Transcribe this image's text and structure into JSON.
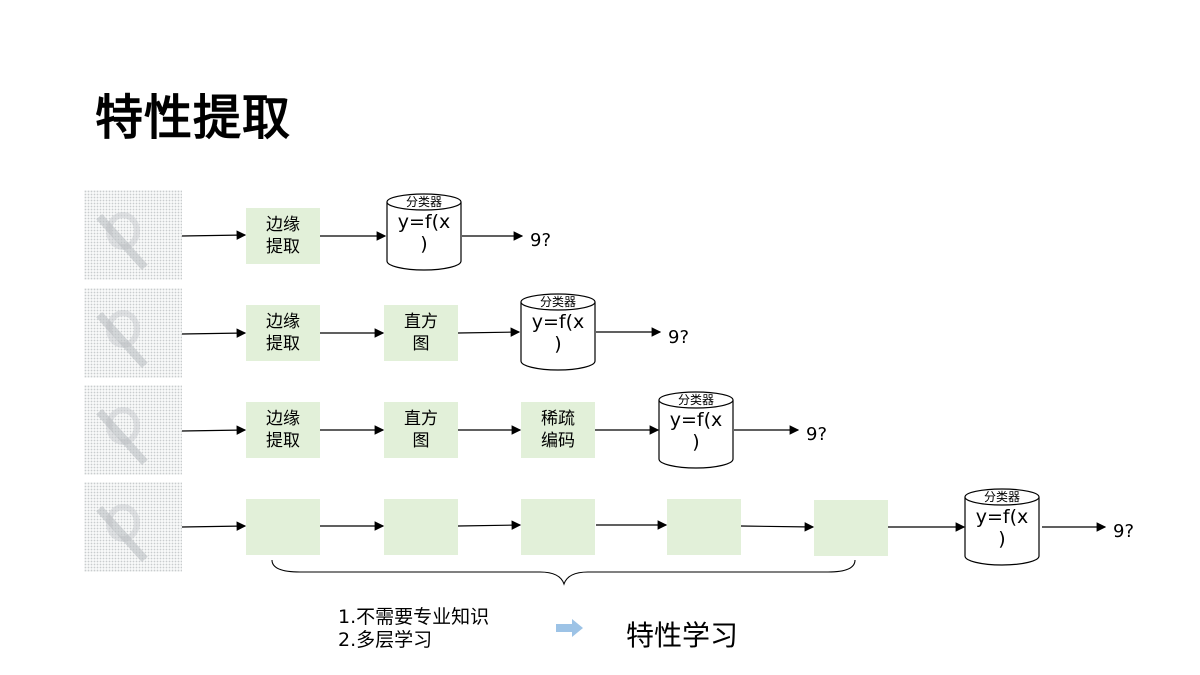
{
  "title": "特性提取",
  "rows": [
    {
      "boxes": [
        {
          "line1": "边缘",
          "line2": "提取"
        }
      ],
      "classifier": {
        "caption": "分类器",
        "formula_a": "y=f(x",
        "formula_b": ")"
      },
      "output": "9?"
    },
    {
      "boxes": [
        {
          "line1": "边缘",
          "line2": "提取"
        },
        {
          "line1": "直方",
          "line2": "图"
        }
      ],
      "classifier": {
        "caption": "分类器",
        "formula_a": "y=f(x",
        "formula_b": ")"
      },
      "output": "9?"
    },
    {
      "boxes": [
        {
          "line1": "边缘",
          "line2": "提取"
        },
        {
          "line1": "直方",
          "line2": "图"
        },
        {
          "line1": "稀疏",
          "line2": "编码"
        }
      ],
      "classifier": {
        "caption": "分类器",
        "formula_a": "y=f(x",
        "formula_b": ")"
      },
      "output": "9?"
    },
    {
      "boxes": [
        {},
        {},
        {},
        {},
        {}
      ],
      "classifier": {
        "caption": "分类器",
        "formula_a": "y=f(x",
        "formula_b": ")"
      },
      "output": "9?"
    }
  ],
  "notes": {
    "line1": "1.不需要专业知识",
    "line2": "2.多层学习"
  },
  "result": "特性学习",
  "colors": {
    "box_fill": "#e2f0d9",
    "arrow_accent": "#9dc3e6"
  }
}
